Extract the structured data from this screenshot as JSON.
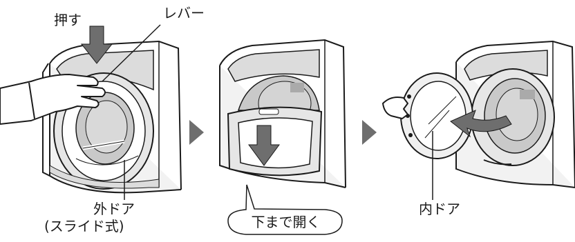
{
  "step1": {
    "push_label": "押す",
    "lever_label": "レバー",
    "outer_door_label": "外ドア",
    "outer_door_sub_label": "(スライド式)"
  },
  "step2": {
    "callout_label": "下まで開く"
  },
  "step3": {
    "inner_door_label": "内ドア"
  },
  "colors": {
    "panel_gray": "#dcdcdc",
    "drum_gray": "#c9c9c9",
    "arrow_gray": "#6e6e6e",
    "line": "#1a1a1a"
  },
  "icons": [
    "push-arrow-icon",
    "step-arrow-icon",
    "rotate-arrow-icon",
    "hand-icon"
  ]
}
